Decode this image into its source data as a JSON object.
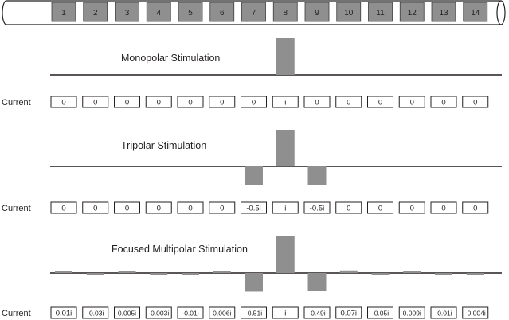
{
  "electrode_labels": [
    "1",
    "2",
    "3",
    "4",
    "5",
    "6",
    "7",
    "8",
    "9",
    "10",
    "11",
    "12",
    "13",
    "14"
  ],
  "colors": {
    "electrode_fill": "#8f8f8f",
    "bar_fill": "#8f8f8f",
    "line": "#231f20",
    "box_stroke": "#231f20",
    "background": "#ffffff"
  },
  "row_label": "Current",
  "panels": [
    {
      "title": "Monopolar Stimulation",
      "currents": [
        "0",
        "0",
        "0",
        "0",
        "0",
        "0",
        "0",
        "i",
        "0",
        "0",
        "0",
        "0",
        "0",
        "0"
      ],
      "amplitudes": [
        0,
        0,
        0,
        0,
        0,
        0,
        0,
        1,
        0,
        0,
        0,
        0,
        0,
        0
      ]
    },
    {
      "title": "Tripolar Stimulation",
      "currents": [
        "0",
        "0",
        "0",
        "0",
        "0",
        "0",
        "-0.5i",
        "i",
        "-0.5i",
        "0",
        "0",
        "0",
        "0",
        "0"
      ],
      "amplitudes": [
        0,
        0,
        0,
        0,
        0,
        0,
        -0.5,
        1,
        -0.5,
        0,
        0,
        0,
        0,
        0
      ]
    },
    {
      "title": "Focused Multipolar Stimulation",
      "currents": [
        "0.01i",
        "-0.03i",
        "0.005i",
        "-0.003i",
        "-0.01i",
        "0.006i",
        "-0.51i",
        "i",
        "-0.49i",
        "0.07i",
        "-0.05i",
        "0.009i",
        "-0.01i",
        "-0.004i"
      ],
      "amplitudes": [
        0.01,
        -0.03,
        0.005,
        -0.003,
        -0.01,
        0.006,
        -0.51,
        1,
        -0.49,
        0.07,
        -0.05,
        0.009,
        -0.01,
        -0.004
      ]
    }
  ]
}
